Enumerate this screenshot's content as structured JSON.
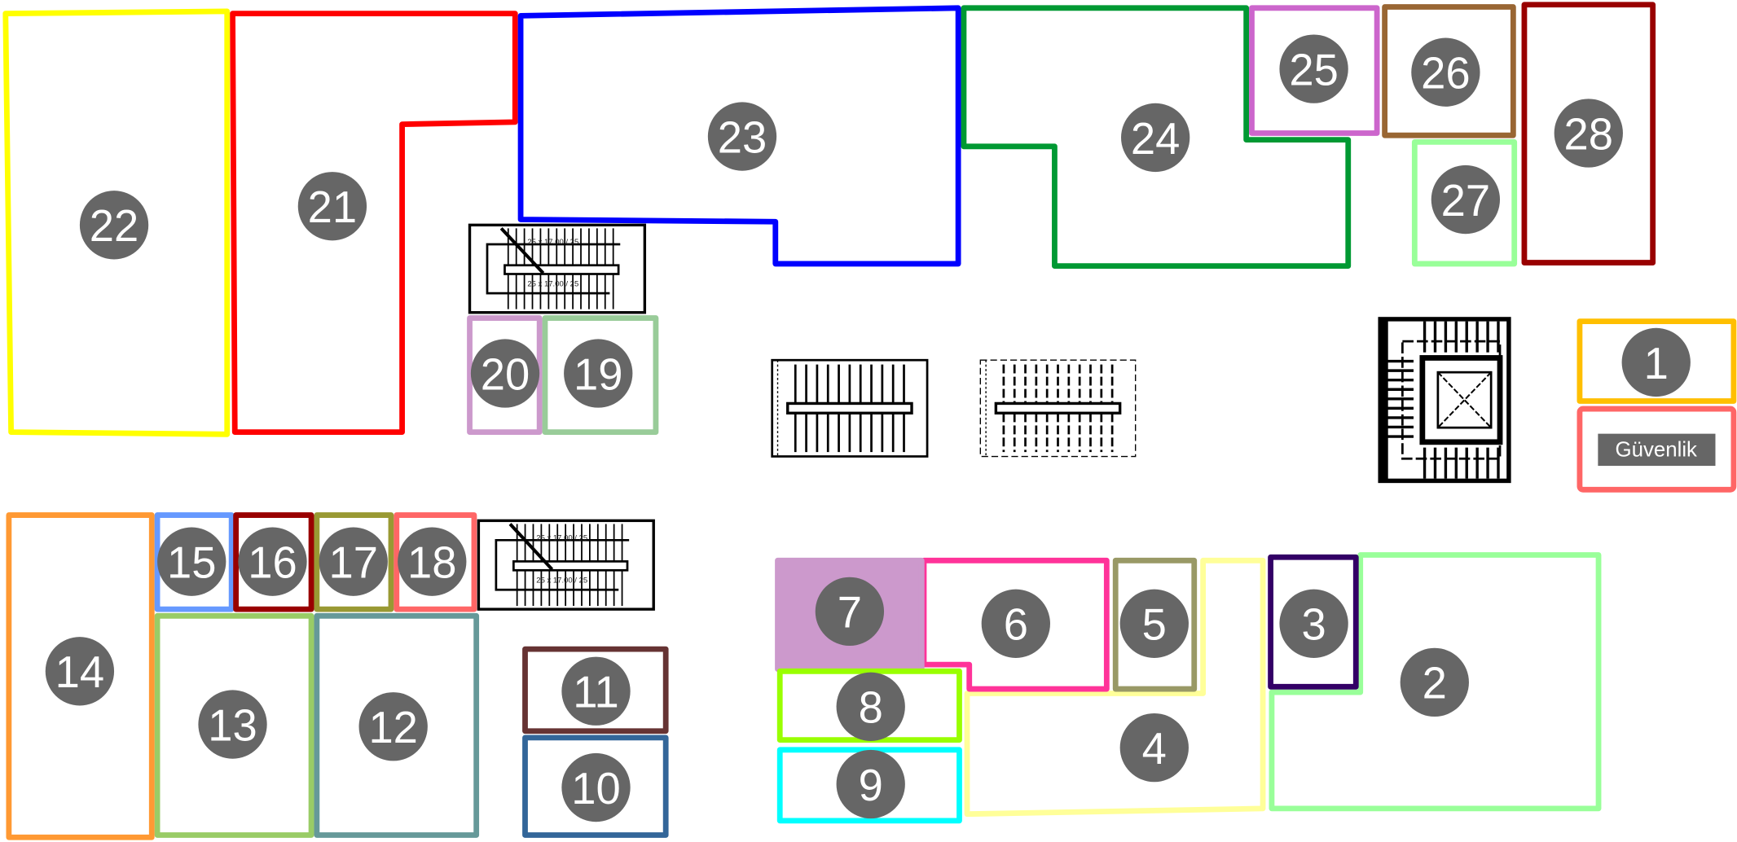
{
  "rooms": [
    {
      "label": "1",
      "color": "#ffbf00"
    },
    {
      "label": "2",
      "color": "#99ff99"
    },
    {
      "label": "3",
      "color": "#330066"
    },
    {
      "label": "4",
      "color": "#ffff99"
    },
    {
      "label": "5",
      "color": "#999966"
    },
    {
      "label": "6",
      "color": "#ff3399"
    },
    {
      "label": "7",
      "color": "#cc99cc",
      "filled": true
    },
    {
      "label": "8",
      "color": "#99ff00"
    },
    {
      "label": "9",
      "color": "#00ffff"
    },
    {
      "label": "10",
      "color": "#336699"
    },
    {
      "label": "11",
      "color": "#663333"
    },
    {
      "label": "12",
      "color": "#669999"
    },
    {
      "label": "13",
      "color": "#99cc66"
    },
    {
      "label": "14",
      "color": "#ff9933"
    },
    {
      "label": "15",
      "color": "#6699ff"
    },
    {
      "label": "16",
      "color": "#990000"
    },
    {
      "label": "17",
      "color": "#999933"
    },
    {
      "label": "18",
      "color": "#ff6666"
    },
    {
      "label": "19",
      "color": "#99cc99"
    },
    {
      "label": "20",
      "color": "#cc99cc"
    },
    {
      "label": "21",
      "color": "#ff0000"
    },
    {
      "label": "22",
      "color": "#ffff00"
    },
    {
      "label": "23",
      "color": "#0000ff"
    },
    {
      "label": "24",
      "color": "#009933"
    },
    {
      "label": "25",
      "color": "#cc66cc"
    },
    {
      "label": "26",
      "color": "#996633"
    },
    {
      "label": "27",
      "color": "#99ff99"
    },
    {
      "label": "28",
      "color": "#990000"
    }
  ],
  "security": {
    "label": "Güvenlik",
    "color": "#ff6666"
  },
  "marker_color": "#666666",
  "stair_note": "25 x 17.00 / 25"
}
